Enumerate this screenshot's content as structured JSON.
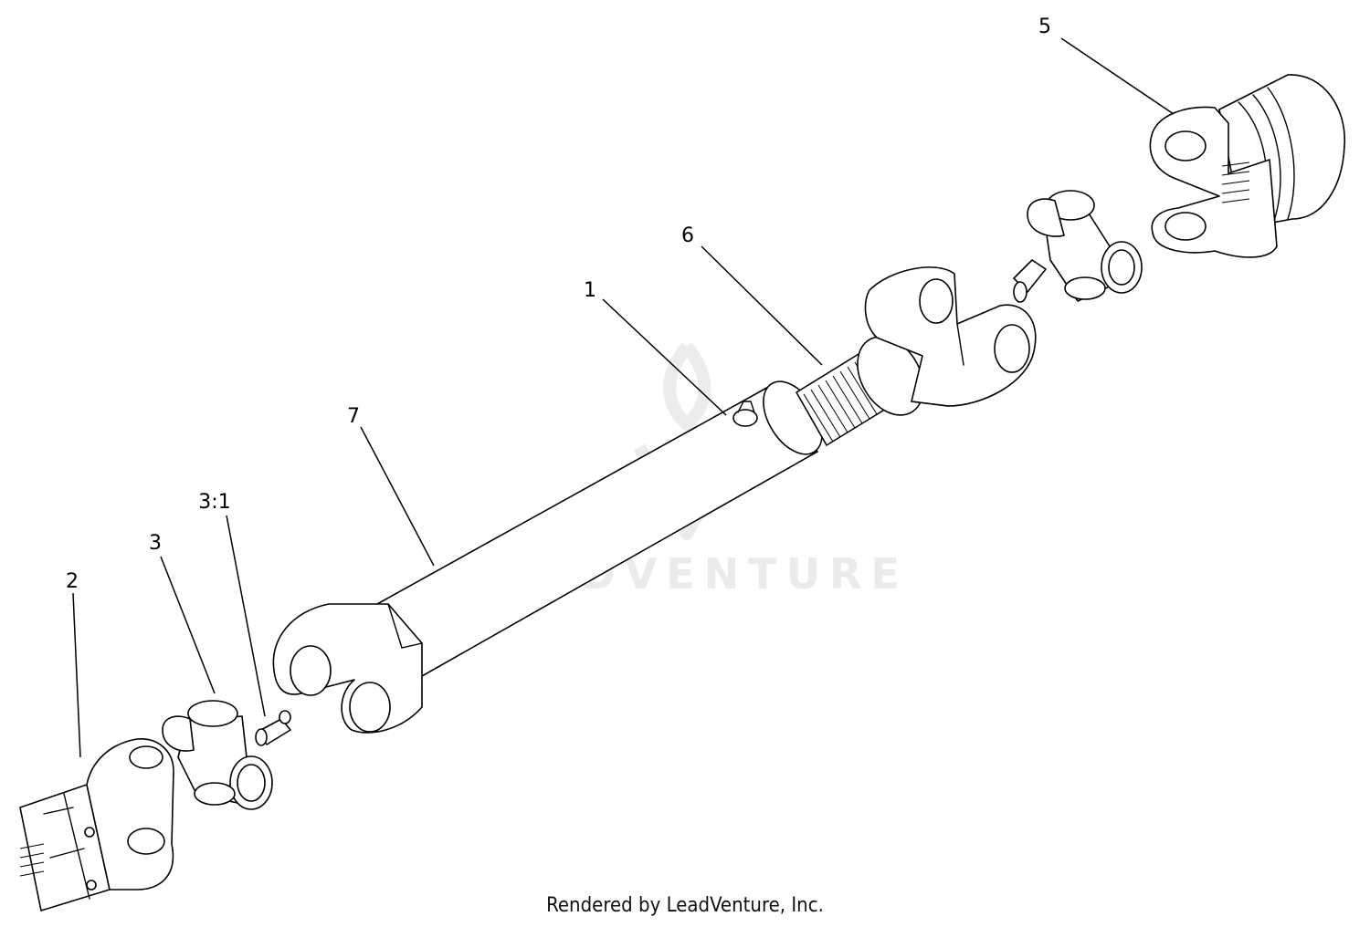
{
  "watermark": {
    "text": "LEADVENTURE"
  },
  "credit": "Rendered by LeadVenture, Inc.",
  "callouts": {
    "c1": "1",
    "c2": "2",
    "c3": "3",
    "c3_1": "3:1",
    "c5": "5",
    "c6": "6",
    "c7": "7"
  },
  "colors": {
    "line": "#000000",
    "background": "#ffffff",
    "watermark": "#ebebeb"
  }
}
